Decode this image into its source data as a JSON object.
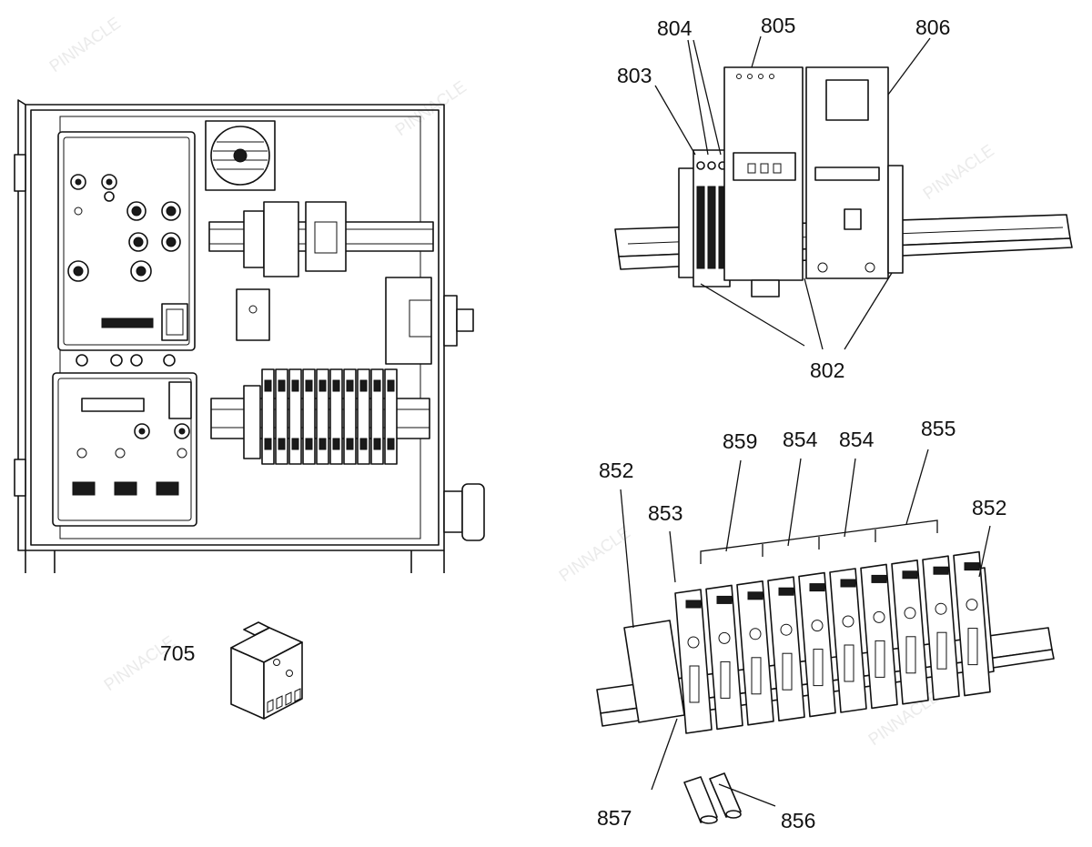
{
  "watermark": "PINNACLE",
  "labels": {
    "l705": "705",
    "l802": "802",
    "l803": "803",
    "l804": "804",
    "l805": "805",
    "l806": "806",
    "l852a": "852",
    "l852b": "852",
    "l853": "853",
    "l854a": "854",
    "l854b": "854",
    "l855": "855",
    "l856": "856",
    "l857": "857",
    "l859": "859"
  }
}
